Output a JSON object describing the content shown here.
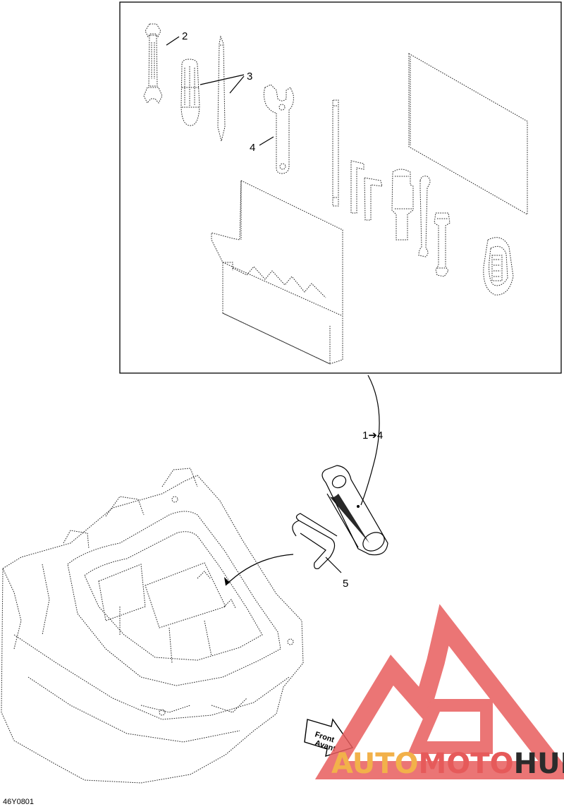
{
  "diagram": {
    "callouts": {
      "c2": "2",
      "c3": "3",
      "c4": "4",
      "c14": "1➔4",
      "c5": "5"
    },
    "direction_arrow": {
      "line1": "Front",
      "line2": "Avant"
    },
    "figure_code": "46Y0801"
  },
  "watermark": {
    "part1": "AUTO",
    "part2": "MOTO",
    "part3": "HUB",
    "colors": {
      "logo": "#e85d5d",
      "auto": "#f2b14a",
      "moto": "#e65a5a",
      "hub": "#2b2b2b"
    }
  }
}
